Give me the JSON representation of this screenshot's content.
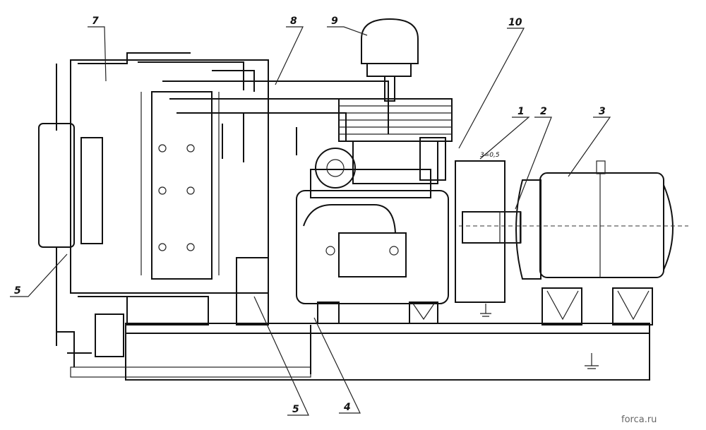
{
  "callouts": [
    "1",
    "2",
    "3",
    "4",
    "5",
    "5",
    "7",
    "8",
    "9",
    "10"
  ],
  "gap_note": "3=0,5",
  "watermark": "forca.ru"
}
